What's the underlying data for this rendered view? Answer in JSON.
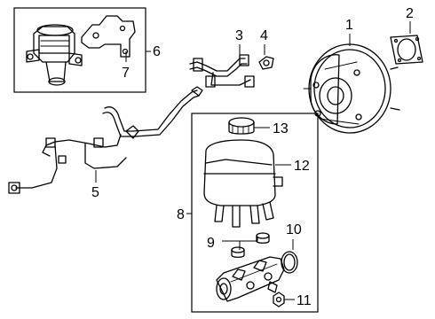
{
  "diagram": {
    "callouts": {
      "c1": "1",
      "c2": "2",
      "c3": "3",
      "c4": "4",
      "c5": "5",
      "c6": "6",
      "c7": "7",
      "c8": "8",
      "c9": "9",
      "c10": "10",
      "c11": "11",
      "c12": "12",
      "c13": "13"
    },
    "colors": {
      "line": "#000000",
      "background": "#ffffff"
    }
  }
}
